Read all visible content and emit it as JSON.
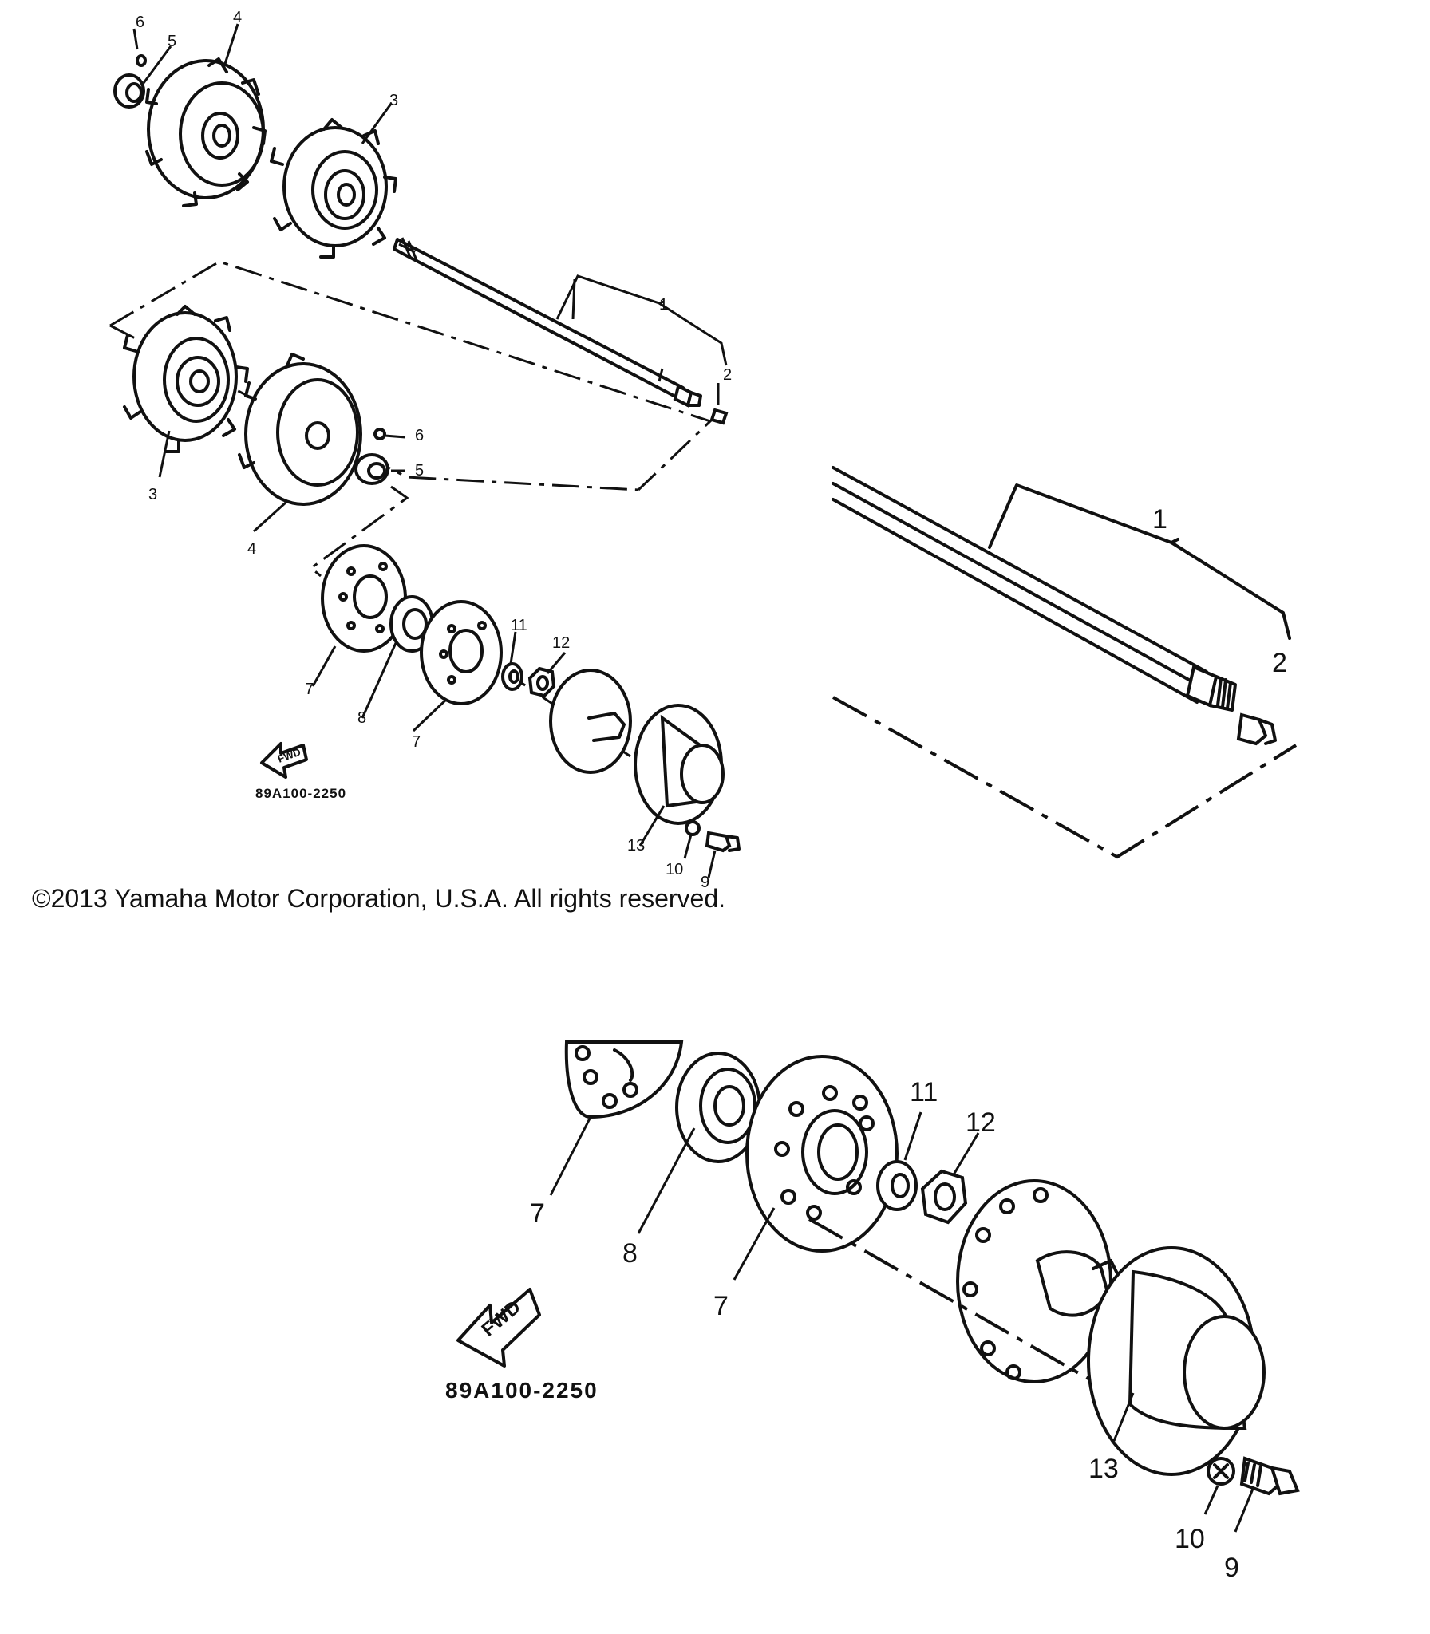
{
  "callouts": {
    "c1": "1",
    "c2": "2",
    "c3": "3",
    "c4": "4",
    "c5": "5",
    "c6": "6",
    "c7": "7",
    "c8": "8",
    "c9": "9",
    "c10": "10",
    "c11": "11",
    "c12": "12",
    "c13": "13"
  },
  "diagram_code": "89A100-2250",
  "fwd_label": "FWD",
  "copyright": "©2013 Yamaha Motor Corporation, U.S.A. All rights reserved."
}
